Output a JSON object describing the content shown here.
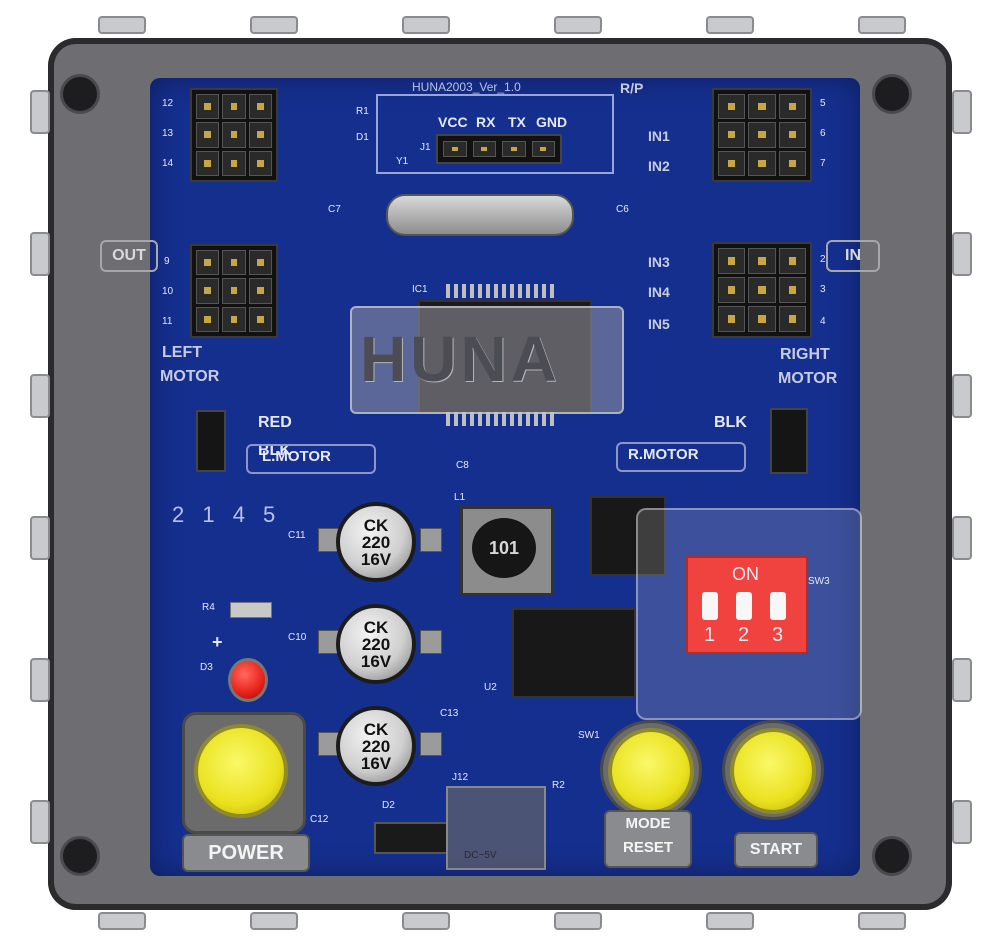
{
  "board": {
    "version": "HUNA2003_Ver_1.0",
    "logo": "HUNA",
    "uart": {
      "vcc": "VCC",
      "rx": "RX",
      "tx": "TX",
      "gnd": "GND",
      "ref": "J1"
    },
    "left_header_pins_top": [
      "12",
      "13",
      "14"
    ],
    "left_header_pins_mid": [
      "9",
      "10",
      "11"
    ],
    "right_header_pins_top": [
      "5",
      "6",
      "7"
    ],
    "right_header_pins_mid": [
      "2",
      "3",
      "4"
    ],
    "labels": {
      "out": "OUT",
      "in": "IN",
      "rp": "R/P",
      "in1": "IN1",
      "in2": "IN2",
      "in3": "IN3",
      "in4": "IN4",
      "in5": "IN5",
      "left_motor_1": "LEFT",
      "left_motor_2": "MOTOR",
      "right_motor_1": "RIGHT",
      "right_motor_2": "MOTOR",
      "red": "RED",
      "blk_left": "BLK",
      "blk_right": "BLK",
      "l_motor": "L.MOTOR",
      "r_motor": "R.MOTOR",
      "serial": "2 1 4 5",
      "ic1": "IC1",
      "y1": "Y1",
      "l1": "L1",
      "u2": "U2",
      "c8": "C8",
      "c7": "C7",
      "c6": "C6",
      "c11": "C11",
      "c10": "C10",
      "c13": "C13",
      "c12": "C12",
      "r4": "R4",
      "d3": "D3",
      "d2": "D2",
      "j12": "J12",
      "r2": "R2",
      "sw1": "SW1",
      "r1": "R1",
      "d1": "D1",
      "sw3": "SW3",
      "inductor": "101",
      "plus": "+",
      "dc_in": "DC~5V"
    },
    "capacitor": {
      "brand": "CK",
      "value": "220",
      "voltage": "16V"
    },
    "dip_switch": {
      "on_label": "ON",
      "positions": [
        "1",
        "2",
        "3"
      ]
    },
    "buttons": {
      "power": "POWER",
      "mode_1": "MODE",
      "mode_2": "RESET",
      "start": "START"
    }
  },
  "colors": {
    "pcb": "#152f8f",
    "button": "#eae21e",
    "dip": "#f0423f",
    "led": "#e8201a",
    "case": "#6e6e72"
  }
}
